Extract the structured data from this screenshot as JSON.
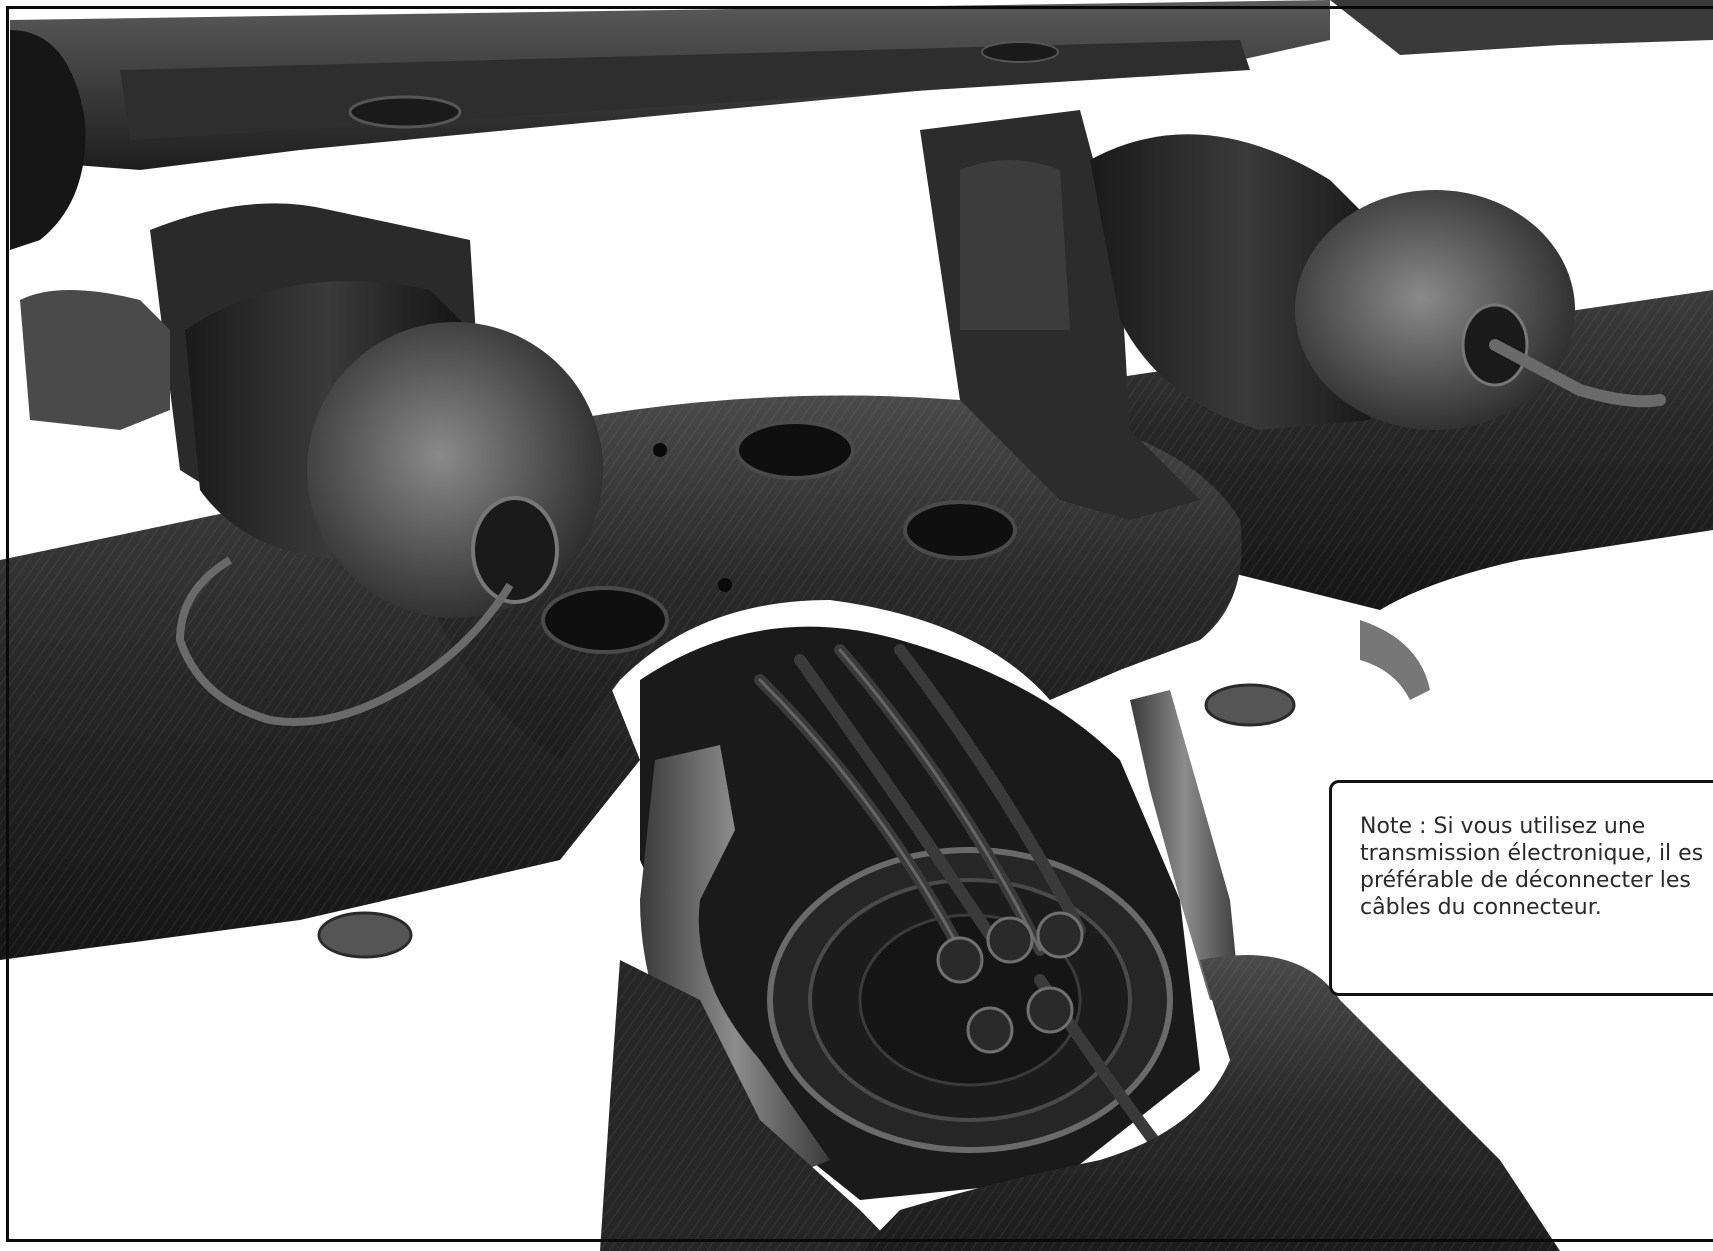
{
  "figure": {
    "subject": "Bicycle handlebar and stem assembly with integrated cable routing connector",
    "callout": {
      "lines": [
        "Note : Si vous utilisez une",
        "transmission électronique, il es",
        "préférable de déconnecter les",
        "câbles du connecteur."
      ]
    },
    "colors": {
      "background": "#ffffff",
      "frame_border": "#0a0a0a",
      "carbon_dark": "#2b2b2b",
      "metal_mid": "#6e6e6e",
      "callout_text": "#2a2a2a"
    }
  }
}
